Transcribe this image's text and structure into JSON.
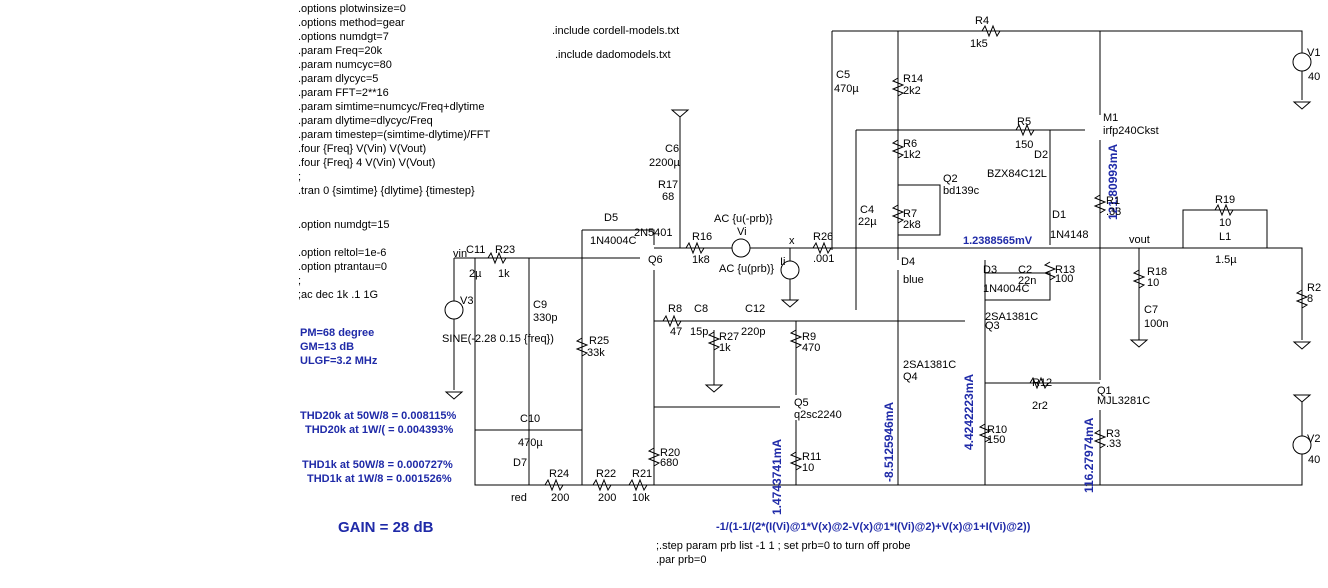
{
  "directives_left": [
    ".options plotwinsize=0",
    ".options method=gear",
    ".options numdgt=7",
    ".param Freq=20k",
    ".param numcyc=80",
    ".param dlycyc=5",
    ".param FFT=2**16",
    ".param simtime=numcyc/Freq+dlytime",
    ".param dlytime=dlycyc/Freq",
    ".param timestep=(simtime-dlytime)/FFT",
    ".four {Freq} V(Vin) V(Vout)",
    ".four {Freq} 4 V(Vin) V(Vout)",
    ";",
    ".tran 0 {simtime} {dlytime} {timestep}"
  ],
  "directives_left2": [
    ".option numdgt=15"
  ],
  "directives_left3": [
    ".option reltol=1e-6",
    ".option ptrantau=0",
    ";",
    ";ac dec 1k .1 1G"
  ],
  "include1": ".include cordell-models.txt",
  "include2": ".include dadomodels.txt",
  "stability": [
    "PM=68 degree",
    "GM=13 dB",
    "ULGF=3.2 MHz"
  ],
  "thd20k": [
    "THD20k at 50W/8 = 0.008115%",
    "THD20k at 1W/( = 0.004393%"
  ],
  "thd1k": [
    "THD1k at 50W/8 = 0.000727%",
    "THD1k at 1W/8 = 0.001526%"
  ],
  "gain": "GAIN = 28 dB",
  "probe_expr": "-1/(1-1/(2*(I(Vi)@1*V(x)@2-V(x)@1*I(Vi)@2)+V(x)@1+I(Vi)@2))",
  "step_line": ";.step param prb list -1 1 ; set prb=0 to turn off probe",
  "par_line": ".par prb=0",
  "node_voltage": "1.2388565mV",
  "currents": {
    "m1": "121.80993mA",
    "q1": "116.27974mA",
    "q3": "4.4242223mA",
    "q4": "-8.5125946mA",
    "q5": "1.4743741mA"
  },
  "labels": [
    {
      "id": "r4",
      "t": "R4"
    },
    {
      "id": "r4v",
      "t": "1k5"
    },
    {
      "id": "v1",
      "t": "V1"
    },
    {
      "id": "v1v",
      "t": "40"
    },
    {
      "id": "c5",
      "t": "C5"
    },
    {
      "id": "c5v",
      "t": "470µ"
    },
    {
      "id": "r14",
      "t": "R14"
    },
    {
      "id": "r14v",
      "t": "2k2"
    },
    {
      "id": "r5",
      "t": "R5"
    },
    {
      "id": "r5v",
      "t": "150"
    },
    {
      "id": "m1",
      "t": "M1"
    },
    {
      "id": "m1v",
      "t": "irfp240Ckst"
    },
    {
      "id": "r6",
      "t": "R6"
    },
    {
      "id": "r6v",
      "t": "1k2"
    },
    {
      "id": "d2",
      "t": "D2"
    },
    {
      "id": "d2v",
      "t": "BZX84C12L"
    },
    {
      "id": "q2",
      "t": "Q2"
    },
    {
      "id": "q2v",
      "t": "bd139c"
    },
    {
      "id": "r1",
      "t": "R1"
    },
    {
      "id": "r1v",
      "t": ".33"
    },
    {
      "id": "c4",
      "t": "C4"
    },
    {
      "id": "c4v",
      "t": "22µ"
    },
    {
      "id": "r7",
      "t": "R7"
    },
    {
      "id": "r7v",
      "t": "2k8"
    },
    {
      "id": "d1",
      "t": "D1"
    },
    {
      "id": "d1v",
      "t": "1N4148"
    },
    {
      "id": "r19",
      "t": "R19"
    },
    {
      "id": "r19v",
      "t": "10"
    },
    {
      "id": "c6",
      "t": "C6"
    },
    {
      "id": "c6v",
      "t": "2200µ"
    },
    {
      "id": "r17",
      "t": "R17"
    },
    {
      "id": "r17v",
      "t": "68"
    },
    {
      "id": "d5",
      "t": "D5"
    },
    {
      "id": "d5v",
      "t": "1N4004C"
    },
    {
      "id": "q6v",
      "t": "2N5401"
    },
    {
      "id": "vi1",
      "t": "AC {u(-prb)}"
    },
    {
      "id": "vi",
      "t": "Vi"
    },
    {
      "id": "xl",
      "t": "x"
    },
    {
      "id": "r26",
      "t": "R26"
    },
    {
      "id": "r26v",
      "t": ".001"
    },
    {
      "id": "r16",
      "t": "R16"
    },
    {
      "id": "r16v",
      "t": "1k8"
    },
    {
      "id": "ii1",
      "t": "AC {u(prb)}"
    },
    {
      "id": "ii",
      "t": "Ii"
    },
    {
      "id": "d4",
      "t": "D4"
    },
    {
      "id": "d4v",
      "t": "blue"
    },
    {
      "id": "vout",
      "t": "vout"
    },
    {
      "id": "l1",
      "t": "L1"
    },
    {
      "id": "l1v",
      "t": "1.5µ"
    },
    {
      "id": "vin",
      "t": "vin"
    },
    {
      "id": "c11",
      "t": "C11"
    },
    {
      "id": "c11v",
      "t": "2µ"
    },
    {
      "id": "r23",
      "t": "R23"
    },
    {
      "id": "r23v",
      "t": "1k"
    },
    {
      "id": "q6",
      "t": "Q6"
    },
    {
      "id": "d3",
      "t": "D3"
    },
    {
      "id": "d3v",
      "t": "1N4004C"
    },
    {
      "id": "c2",
      "t": "C2"
    },
    {
      "id": "c2v",
      "t": "22n"
    },
    {
      "id": "r13",
      "t": "R13"
    },
    {
      "id": "r13v",
      "t": "100"
    },
    {
      "id": "r18",
      "t": "R18"
    },
    {
      "id": "r18v",
      "t": "10"
    },
    {
      "id": "r2",
      "t": "R2"
    },
    {
      "id": "r2v",
      "t": "8"
    },
    {
      "id": "v3",
      "t": "V3"
    },
    {
      "id": "c9",
      "t": "C9"
    },
    {
      "id": "c9v",
      "t": "330p"
    },
    {
      "id": "v3v",
      "t": "SINE(-2.28 0.15 {freq})"
    },
    {
      "id": "r8",
      "t": "R8"
    },
    {
      "id": "r8v",
      "t": "47"
    },
    {
      "id": "c8",
      "t": "C8"
    },
    {
      "id": "c8v",
      "t": "15p"
    },
    {
      "id": "c12",
      "t": "C12"
    },
    {
      "id": "c12v",
      "t": "220p"
    },
    {
      "id": "r27",
      "t": "R27"
    },
    {
      "id": "r27v",
      "t": "1k"
    },
    {
      "id": "q3v",
      "t": "2SA1381C"
    },
    {
      "id": "q3",
      "t": "Q3"
    },
    {
      "id": "c7",
      "t": "C7"
    },
    {
      "id": "c7v",
      "t": "100n"
    },
    {
      "id": "r25",
      "t": "R25"
    },
    {
      "id": "r25v",
      "t": "33k"
    },
    {
      "id": "r9",
      "t": "R9"
    },
    {
      "id": "r9v",
      "t": "470"
    },
    {
      "id": "q4v",
      "t": "2SA1381C"
    },
    {
      "id": "q4",
      "t": "Q4"
    },
    {
      "id": "r12",
      "t": "R12"
    },
    {
      "id": "r12v",
      "t": "2r2"
    },
    {
      "id": "q1",
      "t": "Q1"
    },
    {
      "id": "q1v",
      "t": "MJL3281C"
    },
    {
      "id": "q5",
      "t": "Q5"
    },
    {
      "id": "q5v",
      "t": "q2sc2240"
    },
    {
      "id": "c10",
      "t": "C10"
    },
    {
      "id": "c10v",
      "t": "470µ"
    },
    {
      "id": "r10",
      "t": "R10"
    },
    {
      "id": "r10v",
      "t": "150"
    },
    {
      "id": "r3",
      "t": "R3"
    },
    {
      "id": "r3v",
      "t": ".33"
    },
    {
      "id": "v2",
      "t": "V2"
    },
    {
      "id": "v2v",
      "t": "40"
    },
    {
      "id": "r20",
      "t": "R20"
    },
    {
      "id": "r20v",
      "t": "680"
    },
    {
      "id": "r11",
      "t": "R11"
    },
    {
      "id": "r11v",
      "t": "10"
    },
    {
      "id": "d7",
      "t": "D7"
    },
    {
      "id": "d7v",
      "t": "red"
    },
    {
      "id": "r24",
      "t": "R24"
    },
    {
      "id": "r24v",
      "t": "200"
    },
    {
      "id": "r22",
      "t": "R22"
    },
    {
      "id": "r22v",
      "t": "200"
    },
    {
      "id": "r21",
      "t": "R21"
    },
    {
      "id": "r21v",
      "t": "10k"
    }
  ]
}
